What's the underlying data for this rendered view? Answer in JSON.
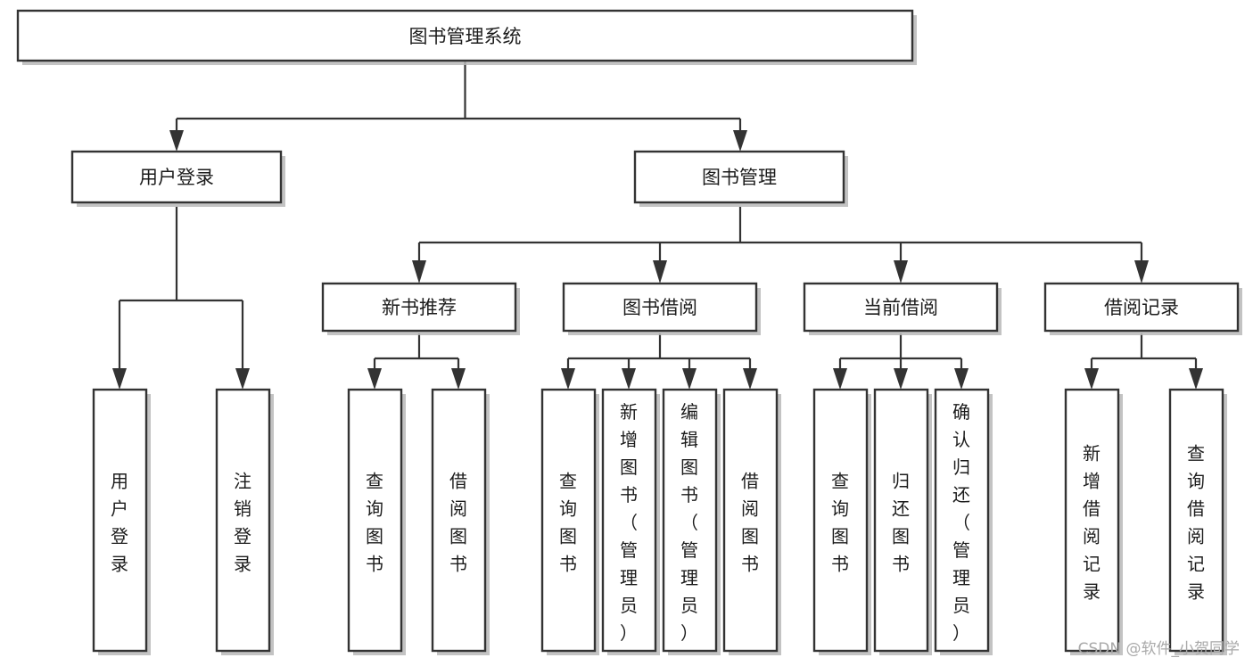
{
  "diagram": {
    "title": "图书管理系统",
    "type": "tree-hierarchy-functional-decomposition",
    "orientation": "top-down",
    "root": {
      "id": "root",
      "label": "图书管理系统",
      "level": 0
    },
    "level1": [
      {
        "id": "user-login",
        "label": "用户登录",
        "level": 1
      },
      {
        "id": "book-management",
        "label": "图书管理",
        "level": 1
      }
    ],
    "level2": [
      {
        "id": "new-book-recommend",
        "label": "新书推荐",
        "parent": "book-management",
        "level": 2
      },
      {
        "id": "book-borrow",
        "label": "图书借阅",
        "parent": "book-management",
        "level": 2
      },
      {
        "id": "current-borrow",
        "label": "当前借阅",
        "parent": "book-management",
        "level": 2
      },
      {
        "id": "borrow-record",
        "label": "借阅记录",
        "parent": "book-management",
        "level": 2
      }
    ],
    "leaves": [
      {
        "id": "leaf-user-login",
        "label": "用户登录",
        "parent": "user-login"
      },
      {
        "id": "leaf-logout-login",
        "label": "注销登录",
        "parent": "user-login"
      },
      {
        "id": "leaf-query-book-1",
        "label": "查询图书",
        "parent": "new-book-recommend"
      },
      {
        "id": "leaf-borrow-book-1",
        "label": "借阅图书",
        "parent": "new-book-recommend"
      },
      {
        "id": "leaf-query-book-2",
        "label": "查询图书",
        "parent": "book-borrow"
      },
      {
        "id": "leaf-add-book",
        "label": "新增图书（管理员）",
        "parent": "book-borrow"
      },
      {
        "id": "leaf-edit-book",
        "label": "编辑图书（管理员）",
        "parent": "book-borrow"
      },
      {
        "id": "leaf-borrow-book-2",
        "label": "借阅图书",
        "parent": "book-borrow"
      },
      {
        "id": "leaf-query-book-3",
        "label": "查询图书",
        "parent": "current-borrow"
      },
      {
        "id": "leaf-return-book",
        "label": "归还图书",
        "parent": "current-borrow"
      },
      {
        "id": "leaf-confirm-return",
        "label": "确认归还（管理员）",
        "parent": "current-borrow"
      },
      {
        "id": "leaf-add-borrow-record",
        "label": "新增借阅记录",
        "parent": "borrow-record"
      },
      {
        "id": "leaf-query-borrow-record",
        "label": "查询借阅记录",
        "parent": "borrow-record"
      }
    ]
  },
  "watermark": {
    "text": "CSDN @软件_小贺同学"
  },
  "colors": {
    "box_border": "#333333",
    "box_fill": "#ffffff",
    "connector": "#333333",
    "text": "#1c1c1c",
    "watermark": "#a9a9a9",
    "shadow": "#b9b9b9",
    "canvas": "#ffffff"
  }
}
